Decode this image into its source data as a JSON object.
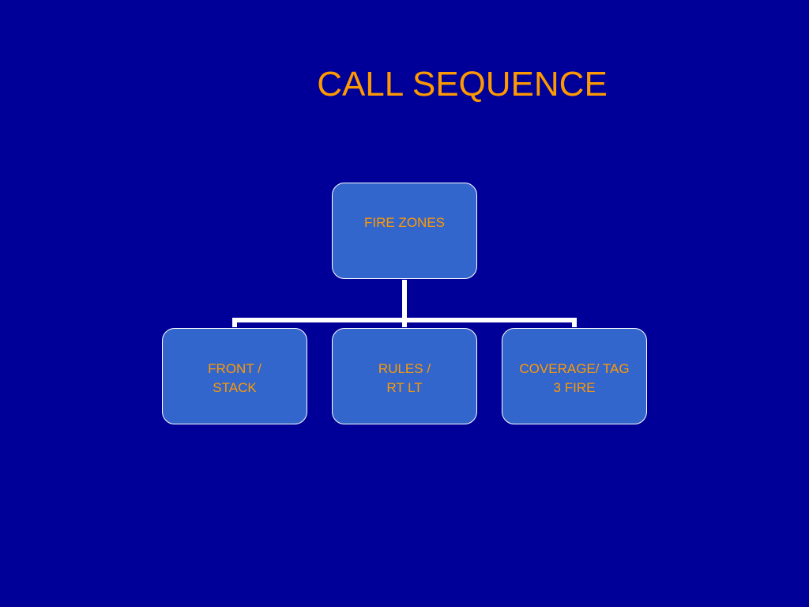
{
  "slide": {
    "title": "CALL SEQUENCE",
    "colors": {
      "background": "#000099",
      "title_text": "#FF9900",
      "node_fill": "#3366CC",
      "node_border": "#FFFFFF",
      "node_text": "#FF9900",
      "connector": "#FFFFFF"
    }
  },
  "org_chart": {
    "root": {
      "label": "FIRE ZONES"
    },
    "children": [
      {
        "label": "FRONT /\nSTACK"
      },
      {
        "label": "RULES /\nRT LT"
      },
      {
        "label": "COVERAGE/ TAG\n3 FIRE"
      }
    ]
  }
}
